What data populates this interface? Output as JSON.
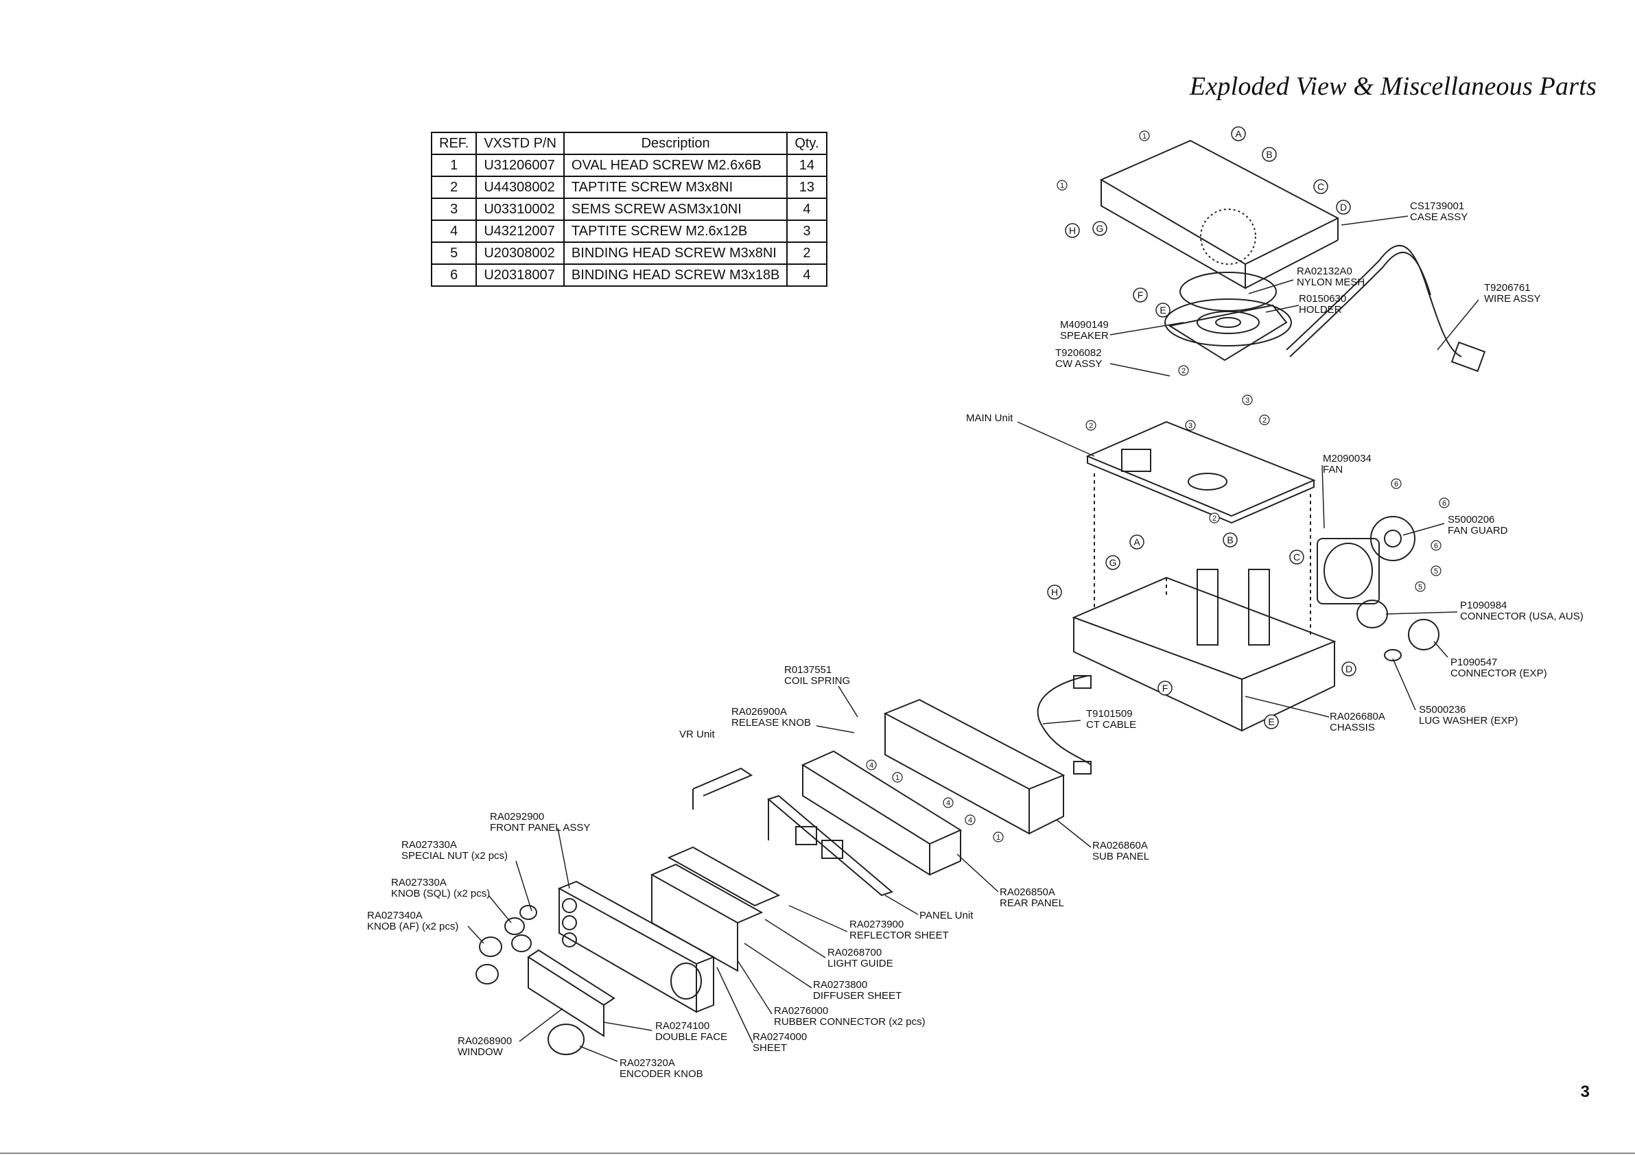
{
  "page": {
    "title": "Exploded View & Miscellaneous Parts",
    "page_number": "3"
  },
  "parts_table": {
    "headers": [
      "REF.",
      "VXSTD P/N",
      "Description",
      "Qty."
    ],
    "rows": [
      [
        "1",
        "U31206007",
        "OVAL HEAD SCREW M2.6x6B",
        "14"
      ],
      [
        "2",
        "U44308002",
        "TAPTITE SCREW M3x8NI",
        "13"
      ],
      [
        "3",
        "U03310002",
        "SEMS SCREW ASM3x10NI",
        "4"
      ],
      [
        "4",
        "U43212007",
        "TAPTITE SCREW M2.6x12B",
        "3"
      ],
      [
        "5",
        "U20308002",
        "BINDING HEAD SCREW M3x8NI",
        "2"
      ],
      [
        "6",
        "U20318007",
        "BINDING HEAD SCREW M3x18B",
        "4"
      ]
    ]
  },
  "callouts": {
    "case_assy": [
      "CS1739001",
      "CASE ASSY"
    ],
    "nylon_mesh": [
      "RA02132A0",
      "NYLON MESH"
    ],
    "holder": [
      "R0150630",
      "HOLDER"
    ],
    "wire_assy": [
      "T9206761",
      "WIRE ASSY"
    ],
    "speaker": [
      "M4090149",
      "SPEAKER"
    ],
    "cw_assy": [
      "T9206082",
      "CW ASSY"
    ],
    "main_unit": [
      "MAIN Unit"
    ],
    "fan": [
      "M2090034",
      "FAN"
    ],
    "fan_guard": [
      "S5000206",
      "FAN GUARD"
    ],
    "connector_usa": [
      "P1090984",
      "CONNECTOR (USA, AUS)"
    ],
    "connector_exp": [
      "P1090547",
      "CONNECTOR (EXP)"
    ],
    "lug_washer": [
      "S5000236",
      "LUG WASHER (EXP)"
    ],
    "chassis": [
      "RA026680A",
      "CHASSIS"
    ],
    "ct_cable": [
      "T9101509",
      "CT CABLE"
    ],
    "coil_spring": [
      "R0137551",
      "COIL SPRING"
    ],
    "release_knob": [
      "RA026900A",
      "RELEASE KNOB"
    ],
    "vr_unit": [
      "VR Unit"
    ],
    "sub_panel": [
      "RA026860A",
      "SUB PANEL"
    ],
    "rear_panel": [
      "RA026850A",
      "REAR PANEL"
    ],
    "panel_unit": [
      "PANEL Unit"
    ],
    "front_panel_assy": [
      "RA0292900",
      "FRONT PANEL ASSY"
    ],
    "special_nut": [
      "RA027330A",
      "SPECIAL NUT (x2 pcs)"
    ],
    "knob_sql": [
      "RA027330A",
      "KNOB (SQL) (x2 pcs)"
    ],
    "knob_af": [
      "RA027340A",
      "KNOB (AF) (x2 pcs)"
    ],
    "reflector_sheet": [
      "RA0273900",
      "REFLECTOR SHEET"
    ],
    "light_guide": [
      "RA0268700",
      "LIGHT GUIDE"
    ],
    "diffuser_sheet": [
      "RA0273800",
      "DIFFUSER SHEET"
    ],
    "rubber_connector": [
      "RA0276000",
      "RUBBER CONNECTOR (x2 pcs)"
    ],
    "double_face": [
      "RA0274100",
      "DOUBLE FACE"
    ],
    "sheet": [
      "RA0274000",
      "SHEET"
    ],
    "window": [
      "RA0268900",
      "WINDOW"
    ],
    "encoder_knob": [
      "RA027320A",
      "ENCODER KNOB"
    ]
  },
  "ref_markers": {
    "letters": [
      "A",
      "B",
      "C",
      "D",
      "E",
      "F",
      "G",
      "H"
    ],
    "numbers": [
      "1",
      "2",
      "3",
      "4",
      "5",
      "6"
    ]
  }
}
